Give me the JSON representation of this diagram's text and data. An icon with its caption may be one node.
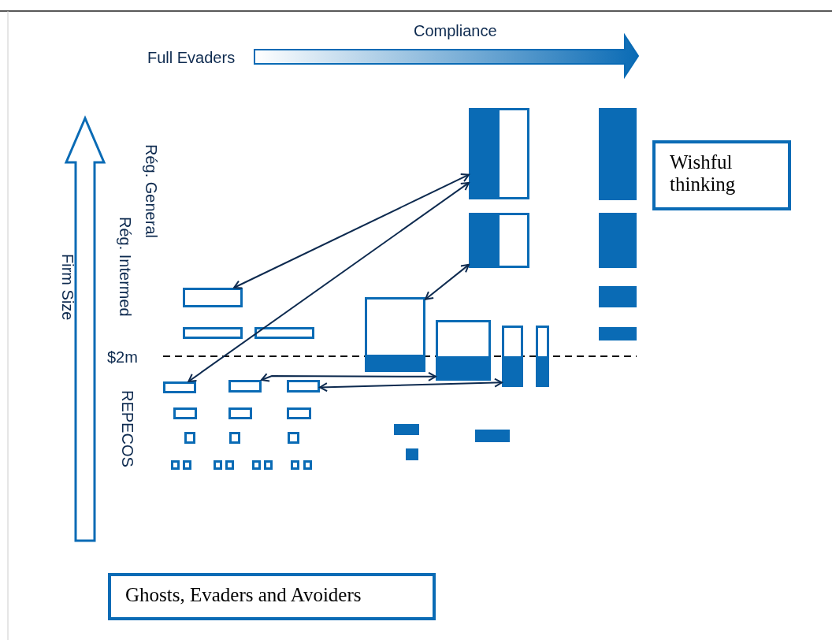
{
  "diagram": {
    "nodes": [
      {
        "text": [
          "Wishful thinking"
        ]
      },
      {
        "text": [
          "Ghosts, Evaders and Avoiders"
        ]
      },
      {
        "text": [],
        "shape": "box"
      },
      {
        "text": [],
        "shape": "box"
      },
      {
        "text": [],
        "shape": "box"
      },
      {
        "text": [],
        "shape": "box"
      },
      {
        "text": [],
        "shape": "box"
      },
      {
        "text": [],
        "shape": "box"
      },
      {
        "text": [],
        "shape": "box"
      },
      {
        "text": [],
        "shape": "box"
      },
      {
        "text": [],
        "shape": "box"
      },
      {
        "text": [],
        "shape": "box"
      },
      {
        "text": [],
        "shape": "box"
      },
      {
        "text": [],
        "shape": "box"
      },
      {
        "text": [],
        "shape": "box"
      },
      {
        "text": [],
        "shape": "box"
      },
      {
        "text": [],
        "shape": "box"
      },
      {
        "text": [],
        "shape": "box"
      },
      {
        "text": [],
        "shape": "box"
      },
      {
        "text": [],
        "shape": "box"
      },
      {
        "text": [],
        "shape": "box"
      },
      {
        "text": [],
        "shape": "box"
      },
      {
        "text": [],
        "shape": "box"
      },
      {
        "text": [],
        "shape": "box"
      },
      {
        "text": [],
        "shape": "box"
      },
      {
        "text": [],
        "shape": "box"
      },
      {
        "text": [],
        "shape": "box"
      },
      {
        "text": [],
        "shape": "bar"
      },
      {
        "text": [],
        "shape": "bar"
      },
      {
        "text": [],
        "shape": "bar"
      },
      {
        "text": [],
        "shape": "bar"
      },
      {
        "text": [],
        "shape": "bar"
      },
      {
        "text": [],
        "shape": "bar"
      },
      {
        "text": [],
        "shape": "bar"
      },
      {
        "text": [],
        "shape": "box"
      }
    ],
    "edges": [
      {
        "from": 4,
        "to": 2,
        "arrow": "both"
      },
      {
        "from": 8,
        "to": 2,
        "arrow": "both"
      },
      {
        "from": 3,
        "to": 5,
        "arrow": "both"
      },
      {
        "from": 9,
        "to": 6,
        "arrow": "both"
      },
      {
        "from": 10,
        "to": 7,
        "arrow": "both"
      }
    ],
    "labels": [
      "Compliance",
      "Full Evaders",
      "Firm Size",
      "Rég. General",
      "Rég. Intermed",
      "$2m",
      "REPECOS"
    ]
  }
}
